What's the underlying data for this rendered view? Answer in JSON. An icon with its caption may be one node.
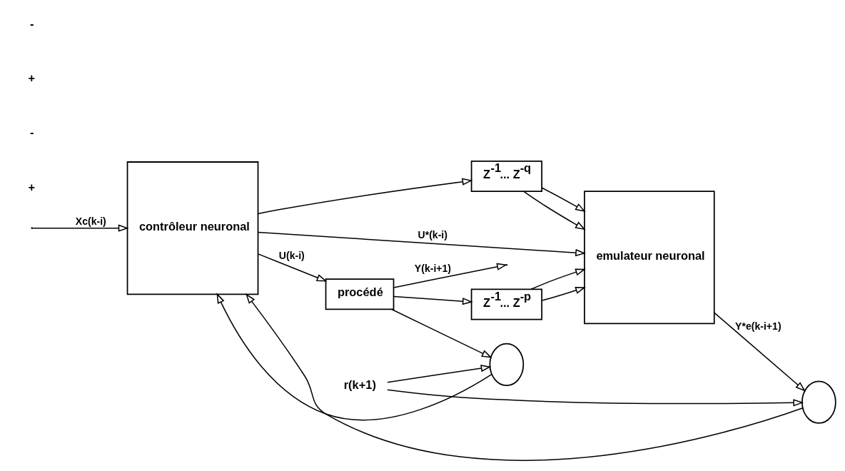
{
  "diagram": {
    "nodes": [
      {
        "text": [
          "contrôleur neuronal"
        ]
      },
      {
        "text": [
          "Z$^{-1}$... Z$^{-q}$"
        ]
      },
      {
        "text": [
          "Z$^{-1}$... Z$^{-p}$"
        ]
      },
      {
        "text": [
          "emulateur neuronal"
        ]
      },
      {
        "text": [],
        "shape": "circle"
      },
      {
        "text": [],
        "shape": "circle"
      },
      {
        "text": [
          "procédé"
        ]
      },
      {
        "text": [
          "r(k+1)"
        ]
      }
    ],
    "edges": [
      {
        "from": 7,
        "to": 4,
        "arrow": "to"
      },
      {
        "from": 7,
        "to": 5,
        "arrow": "to"
      },
      {
        "from": null,
        "to": 0,
        "arrow": "to",
        "label": "Xc(k-i)"
      },
      {
        "from": 0,
        "to": 3,
        "arrow": "to",
        "label": "U*(k-i)"
      },
      {
        "from": 0,
        "to": 1,
        "arrow": "to"
      },
      {
        "from": 0,
        "to": 6,
        "arrow": "to",
        "label": "U(k-i)"
      },
      {
        "from": 1,
        "to": 3,
        "arrow": "to"
      },
      {
        "from": 1,
        "to": 3,
        "arrow": "to"
      },
      {
        "from": 2,
        "to": 3,
        "arrow": "to"
      },
      {
        "from": 2,
        "to": 3,
        "arrow": "to"
      },
      {
        "from": 3,
        "to": 4,
        "arrow": "to",
        "label": "Y*e(k-i+1)"
      },
      {
        "from": 6,
        "to": null,
        "arrow": "to",
        "label": "Y(k-i+1)"
      },
      {
        "from": 6,
        "to": 5,
        "arrow": "to"
      },
      {
        "from": 6,
        "to": 2,
        "arrow": "to"
      },
      {
        "from": 4,
        "to": 0,
        "arrow": "to"
      },
      {
        "from": 5,
        "to": 0,
        "arrow": "to"
      }
    ],
    "labels": [
      "+",
      "-",
      "+",
      "-"
    ]
  }
}
